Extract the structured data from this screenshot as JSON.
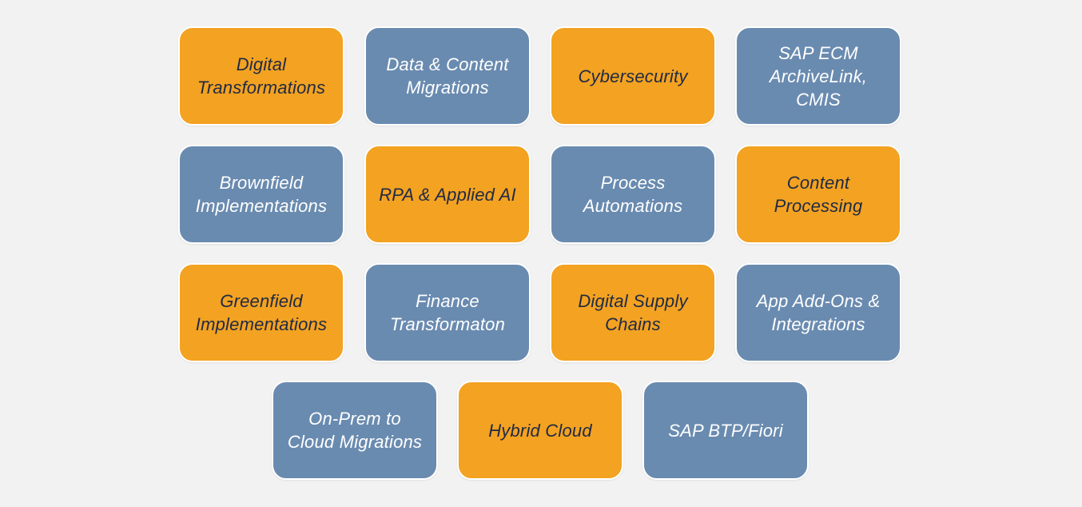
{
  "colors": {
    "background": "#f2f2f2",
    "orange": "#f3a221",
    "blue": "#6a8bb0",
    "orange_text": "#1f2a44",
    "blue_text": "#ffffff"
  },
  "tiles": [
    {
      "label": "Digital\nTransformations",
      "color": "orange"
    },
    {
      "label": "Data & Content\nMigrations",
      "color": "blue"
    },
    {
      "label": "Cybersecurity",
      "color": "orange"
    },
    {
      "label": "SAP ECM\nArchiveLink,\nCMIS",
      "color": "blue"
    },
    {
      "label": "Brownfield\nImplementations",
      "color": "blue"
    },
    {
      "label": "RPA & Applied AI",
      "color": "orange"
    },
    {
      "label": "Process\nAutomations",
      "color": "blue"
    },
    {
      "label": "Content\nProcessing",
      "color": "orange"
    },
    {
      "label": "Greenfield\nImplementations",
      "color": "orange"
    },
    {
      "label": "Finance\nTransformaton",
      "color": "blue"
    },
    {
      "label": "Digital Supply\nChains",
      "color": "orange"
    },
    {
      "label": "App Add-Ons &\nIntegrations",
      "color": "blue"
    },
    {
      "label": "On-Prem to\nCloud Migrations",
      "color": "blue"
    },
    {
      "label": "Hybrid Cloud",
      "color": "orange"
    },
    {
      "label": "SAP BTP/Fiori",
      "color": "blue"
    }
  ]
}
